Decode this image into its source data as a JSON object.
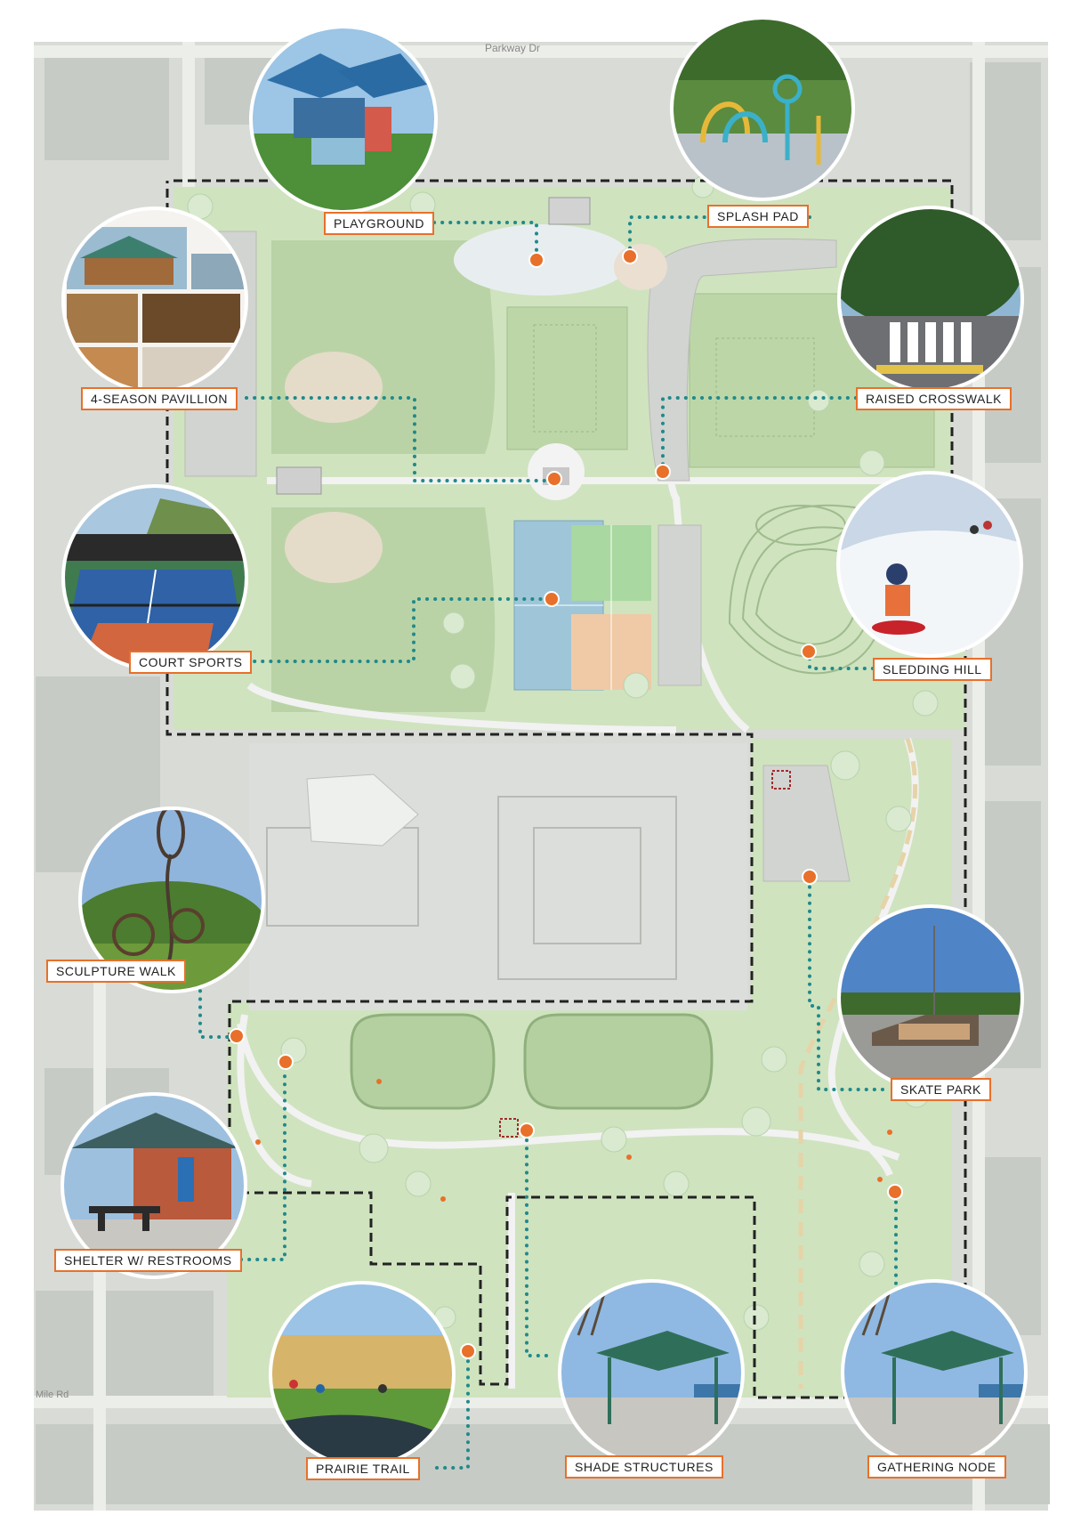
{
  "map": {
    "street_labels": [
      "Parkway Dr",
      "Mile Rd"
    ],
    "colors": {
      "boundary": "#222222",
      "connector": "#1f8a8a",
      "marker": "#e8702a",
      "label_border": "#e8702a",
      "park_green": "#c9dfb8",
      "field_green": "#b7d1a4",
      "path": "#ececec",
      "background_aerial": "#d9dcd7"
    }
  },
  "amenities": [
    {
      "key": "playground",
      "label": "PLAYGROUND",
      "icon": "playground-photo"
    },
    {
      "key": "splash_pad",
      "label": "SPLASH PAD",
      "icon": "splash-pad-photo"
    },
    {
      "key": "pavilion",
      "label": "4-SEASON PAVILLION",
      "icon": "pavilion-photo"
    },
    {
      "key": "crosswalk",
      "label": "RAISED CROSSWALK",
      "icon": "crosswalk-photo"
    },
    {
      "key": "court_sports",
      "label": "COURT SPORTS",
      "icon": "court-sports-photo"
    },
    {
      "key": "sledding_hill",
      "label": "SLEDDING HILL",
      "icon": "sledding-photo"
    },
    {
      "key": "sculpture_walk",
      "label": "SCULPTURE WALK",
      "icon": "sculpture-photo"
    },
    {
      "key": "skate_park",
      "label": "SKATE PARK",
      "icon": "skate-park-photo"
    },
    {
      "key": "shelter",
      "label": "SHELTER W/ RESTROOMS",
      "icon": "shelter-photo"
    },
    {
      "key": "prairie_trail",
      "label": "PRAIRIE TRAIL",
      "icon": "prairie-trail-photo"
    },
    {
      "key": "shade_structures",
      "label": "SHADE STRUCTURES",
      "icon": "shade-structure-photo"
    },
    {
      "key": "gathering_node",
      "label": "GATHERING NODE",
      "icon": "gathering-node-photo"
    }
  ]
}
